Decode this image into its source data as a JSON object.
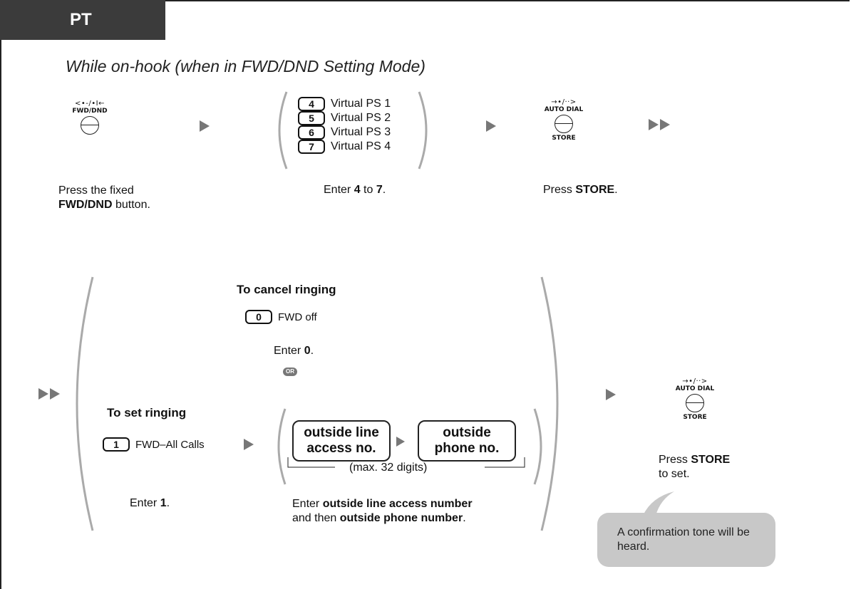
{
  "header": {
    "tab_label": "PT"
  },
  "mode_text": "While on-hook (when in FWD/DND Setting Mode)",
  "step1": {
    "icon_symbols": "<•-/•I←",
    "button_name": "FWD/DND",
    "caption_line1": "Press the fixed",
    "caption_bold": "FWD/DND",
    "caption_rest": " button."
  },
  "step2": {
    "options": [
      {
        "key": "4",
        "label": "Virtual PS 1"
      },
      {
        "key": "5",
        "label": "Virtual PS 2"
      },
      {
        "key": "6",
        "label": "Virtual PS 3"
      },
      {
        "key": "7",
        "label": "Virtual PS 4"
      }
    ],
    "caption_pre": "Enter ",
    "caption_b1": "4",
    "caption_mid": " to ",
    "caption_b2": "7",
    "caption_post": "."
  },
  "step3": {
    "icon_symbols": "→•/··>",
    "button_top": "AUTO DIAL",
    "button_bottom": "STORE",
    "caption_pre": "Press ",
    "caption_bold": "STORE",
    "caption_post": "."
  },
  "cancel": {
    "heading": "To cancel ringing",
    "key": "0",
    "key_label": "FWD off",
    "caption_pre": "Enter ",
    "caption_bold": "0",
    "caption_post": ".",
    "or_label": "OR"
  },
  "set": {
    "heading": "To set ringing",
    "key": "1",
    "key_label": "FWD–All Calls",
    "caption_pre": "Enter ",
    "caption_bold": "1",
    "caption_post": ".",
    "box1_line1": "outside line",
    "box1_line2": "access no.",
    "box2_line1": "outside",
    "box2_line2": "phone no.",
    "max_label": "(max. 32 digits)",
    "caption2_pre": "Enter ",
    "caption2_bold1": "outside line access number",
    "caption2_mid": "and then ",
    "caption2_bold2": "outside phone number",
    "caption2_post": "."
  },
  "final": {
    "icon_symbols": "→•/··>",
    "button_top": "AUTO DIAL",
    "button_bottom": "STORE",
    "caption_pre": "Press ",
    "caption_bold": "STORE",
    "caption_line2": "to set.",
    "bubble_text": "A confirmation tone will be heard."
  }
}
